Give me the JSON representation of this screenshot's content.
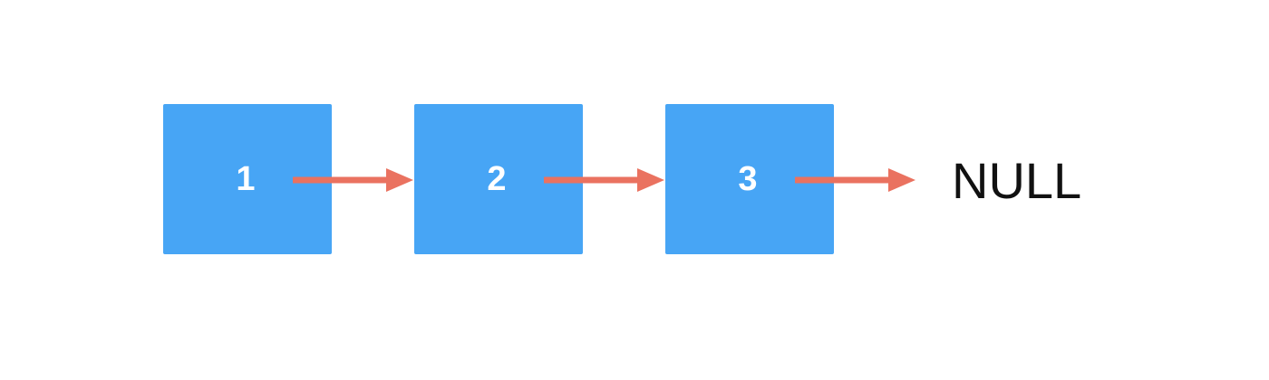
{
  "diagram": {
    "nodes": [
      {
        "value": "1"
      },
      {
        "value": "2"
      },
      {
        "value": "3"
      }
    ],
    "terminal": "NULL",
    "colors": {
      "node_fill": "#47a5f5",
      "node_text": "#ffffff",
      "arrow": "#ea7260",
      "terminal_text": "#111111",
      "background": "#ffffff"
    }
  }
}
